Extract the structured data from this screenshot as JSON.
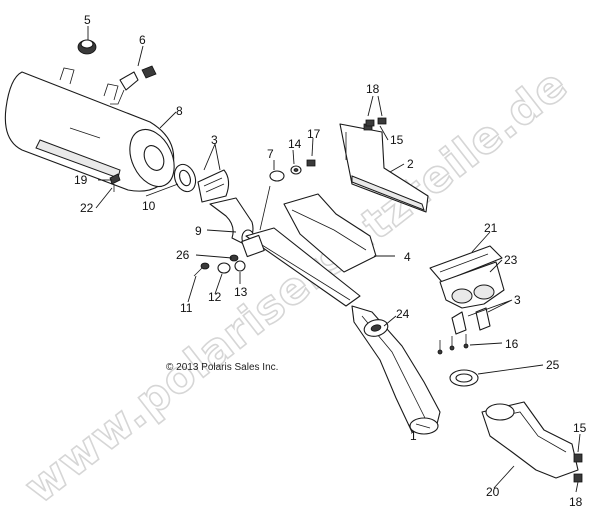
{
  "watermark": "www.polarisersatzteile.de",
  "copyright": "© 2013 Polaris Sales Inc.",
  "callouts": {
    "c1": "1",
    "c2": "2",
    "c3a": "3",
    "c3b": "3",
    "c4": "4",
    "c5": "5",
    "c6": "6",
    "c7": "7",
    "c8": "8",
    "c9": "9",
    "c10": "10",
    "c11": "11",
    "c12": "12",
    "c13": "13",
    "c14": "14",
    "c15a": "15",
    "c15b": "15",
    "c16": "16",
    "c17": "17",
    "c18a": "18",
    "c18b": "18",
    "c19": "19",
    "c20": "20",
    "c21": "21",
    "c22": "22",
    "c23": "23",
    "c24": "24",
    "c25": "25",
    "c26": "26"
  }
}
